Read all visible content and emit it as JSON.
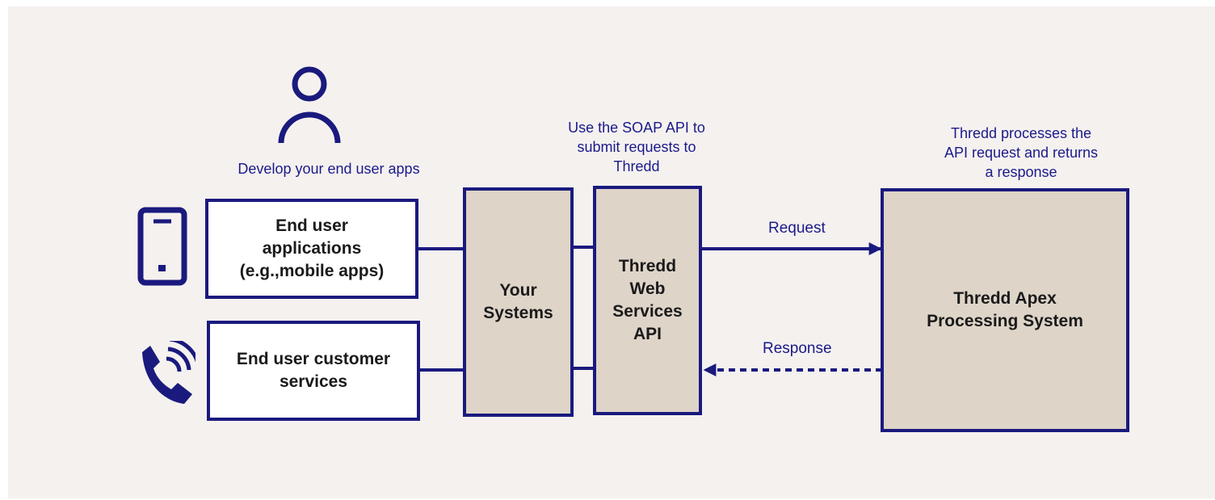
{
  "colors": {
    "navy": "#1a1a7e",
    "box_fill": "#ded4c8",
    "background": "#f5f1ef"
  },
  "captions": {
    "develop": "Develop your end user apps",
    "soap": "Use the SOAP API to\nsubmit requests to\nThredd",
    "processes": "Thredd processes the\nAPI request and returns\na response"
  },
  "boxes": {
    "end_user_apps": "End user\napplications\n(e.g.,mobile apps)",
    "customer_services": "End user customer\nservices",
    "your_systems": "Your\nSystems",
    "web_services_api": "Thredd\nWeb\nServices\nAPI",
    "apex": "Thredd Apex\nProcessing System"
  },
  "arrows": {
    "request": "Request",
    "response": "Response"
  },
  "icons": [
    "user-icon",
    "mobile-phone-icon",
    "phone-call-icon"
  ]
}
